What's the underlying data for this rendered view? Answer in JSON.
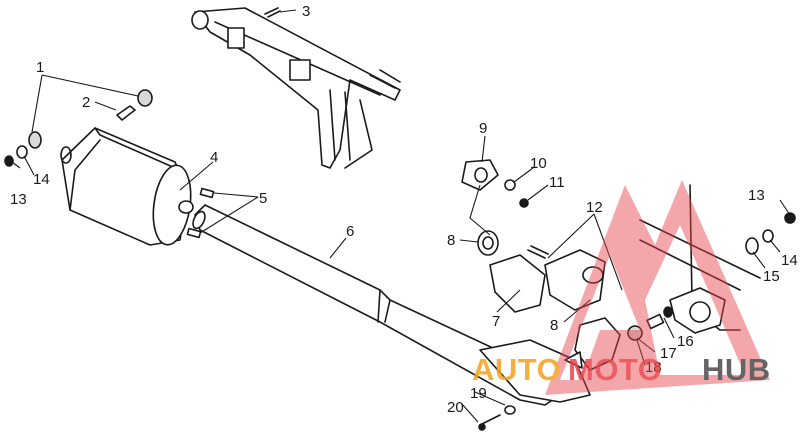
{
  "labels": {
    "l1": "1",
    "l2": "2",
    "l3": "3",
    "l4": "4",
    "l5": "5",
    "l6": "6",
    "l7": "7",
    "l8a": "8",
    "l8b": "8",
    "l9": "9",
    "l10": "10",
    "l11": "11",
    "l12": "12",
    "l13a": "13",
    "l13b": "13",
    "l14a": "14",
    "l14b": "14",
    "l15": "15",
    "l16": "16",
    "l17": "17",
    "l18": "18",
    "l19": "19",
    "l20": "20"
  },
  "watermark": {
    "part1": "AUTO",
    "part2": "MOTO",
    "part3": "HUB",
    "color_orange": "#f4a21f",
    "color_red": "#e8434a",
    "color_gray": "#4a4a4a"
  }
}
